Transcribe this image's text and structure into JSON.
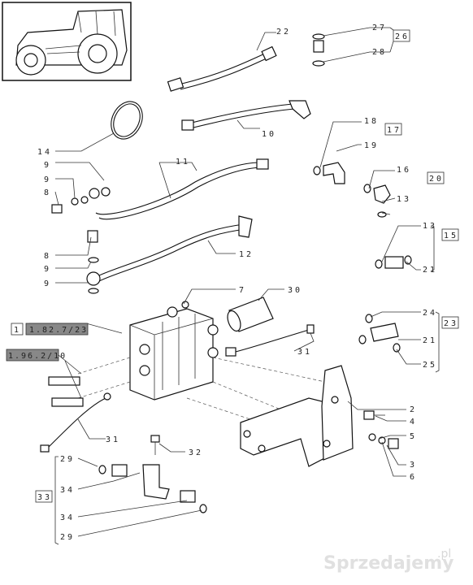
{
  "callouts": [
    {
      "id": "c22",
      "text": "22"
    },
    {
      "id": "c27",
      "text": "27"
    },
    {
      "id": "c26",
      "text": "26"
    },
    {
      "id": "c28",
      "text": "28"
    },
    {
      "id": "c14",
      "text": "14"
    },
    {
      "id": "c10",
      "text": "10"
    },
    {
      "id": "c18",
      "text": "18"
    },
    {
      "id": "c17",
      "text": "17"
    },
    {
      "id": "c19",
      "text": "19"
    },
    {
      "id": "c11",
      "text": "11"
    },
    {
      "id": "c9a",
      "text": "9"
    },
    {
      "id": "c9b",
      "text": "9"
    },
    {
      "id": "c8a",
      "text": "8"
    },
    {
      "id": "c16",
      "text": "16"
    },
    {
      "id": "c20",
      "text": "20"
    },
    {
      "id": "c13a",
      "text": "13"
    },
    {
      "id": "c8b",
      "text": "8"
    },
    {
      "id": "c9c",
      "text": "9"
    },
    {
      "id": "c9d",
      "text": "9"
    },
    {
      "id": "c12",
      "text": "12"
    },
    {
      "id": "c13b",
      "text": "13"
    },
    {
      "id": "c15",
      "text": "15"
    },
    {
      "id": "c21a",
      "text": "21"
    },
    {
      "id": "c7",
      "text": "7"
    },
    {
      "id": "c30",
      "text": "30"
    },
    {
      "id": "c24",
      "text": "24"
    },
    {
      "id": "c23",
      "text": "23"
    },
    {
      "id": "c21b",
      "text": "21"
    },
    {
      "id": "c25",
      "text": "25"
    },
    {
      "id": "c31a",
      "text": "31"
    },
    {
      "id": "c2",
      "text": "2"
    },
    {
      "id": "c4",
      "text": "4"
    },
    {
      "id": "c5",
      "text": "5"
    },
    {
      "id": "c3",
      "text": "3"
    },
    {
      "id": "c6",
      "text": "6"
    },
    {
      "id": "c31b",
      "text": "31"
    },
    {
      "id": "c32",
      "text": "32"
    },
    {
      "id": "c29a",
      "text": "29"
    },
    {
      "id": "c34a",
      "text": "34"
    },
    {
      "id": "c33",
      "text": "33"
    },
    {
      "id": "c34b",
      "text": "34"
    },
    {
      "id": "c29b",
      "text": "29"
    }
  ],
  "refs": {
    "ref1_num": "1",
    "ref1_code": "1.82.7/23",
    "ref2_code": "1.96.2/10"
  },
  "watermark": {
    "brand": "Sprzedajemy",
    "suffix": ".pl"
  }
}
